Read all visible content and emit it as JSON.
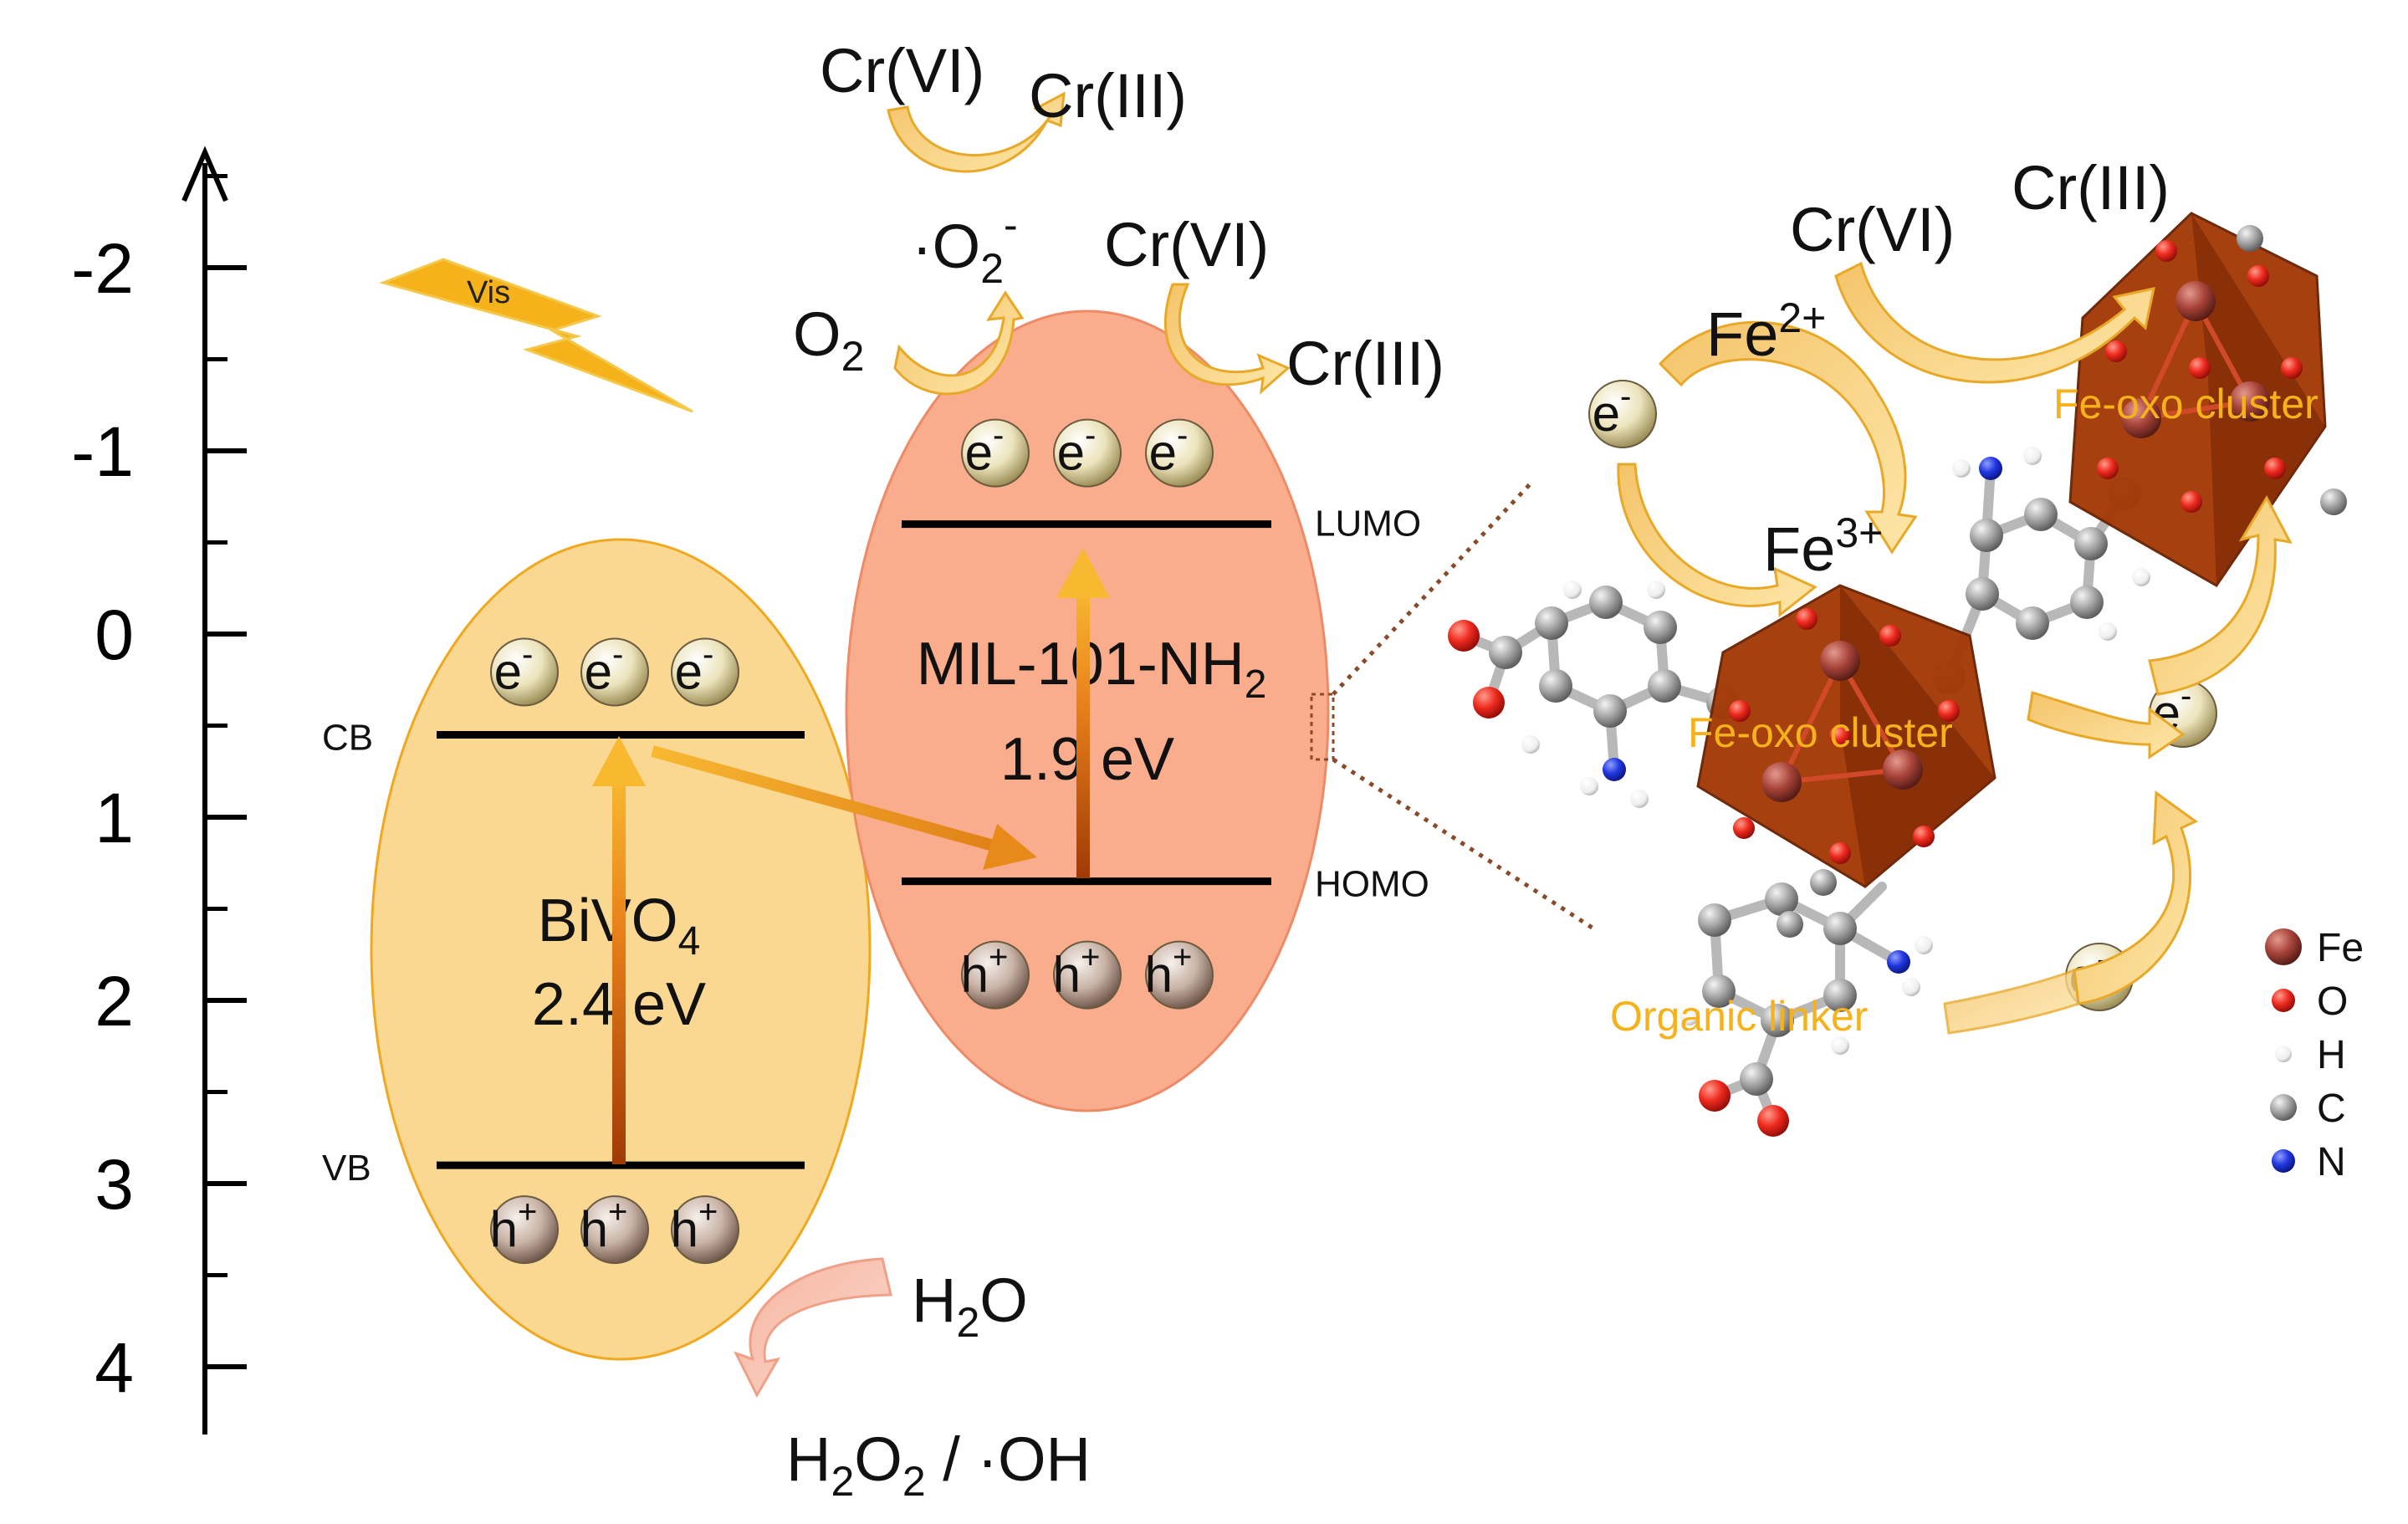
{
  "axis": {
    "ticks": [
      {
        "label": "-2",
        "value": -2
      },
      {
        "label": "-1",
        "value": -1
      },
      {
        "label": "0",
        "value": 0
      },
      {
        "label": "1",
        "value": 1
      },
      {
        "label": "2",
        "value": 2
      },
      {
        "label": "3",
        "value": 3
      },
      {
        "label": "4",
        "value": 4
      }
    ]
  },
  "light": {
    "label": "Vis",
    "color": "#f6b21a"
  },
  "bivo4": {
    "name_main": "BiVO",
    "name_sub": "4",
    "gap": "2.4 eV",
    "cb_label": "CB",
    "vb_label": "VB",
    "cb_level": 0.55,
    "vb_level": 2.9,
    "color": "#fbd68c"
  },
  "mil": {
    "name_main": "MIL-101-NH",
    "name_sub": "2",
    "gap": "1.9 eV",
    "lumo_label": "LUMO",
    "homo_label": "HOMO",
    "lumo_level": -0.6,
    "homo_level": 1.35,
    "color": "#f9ad8d"
  },
  "carriers": {
    "electron": "e",
    "electron_sup": "-",
    "hole": "h",
    "hole_sup": "+"
  },
  "species": {
    "cr6": "Cr(VI)",
    "cr3": "Cr(III)",
    "o2_main": "O",
    "o2_sub": "2",
    "superoxide_dot": "·O",
    "superoxide_sub": "2",
    "superoxide_sup": "-",
    "h2o_h": "H",
    "h2o_sub": "2",
    "h2o_o": "O",
    "h2o2_h": "H",
    "h2o2_sub1": "2",
    "h2o2_o": "O",
    "h2o2_sub2": "2",
    "h2o2_rest": " / ·OH",
    "fe": "Fe",
    "fe2_sup": "2+",
    "fe3_sup": "3+"
  },
  "structure": {
    "cluster_label": "Fe-oxo  cluster",
    "linker_label": "Organic linker",
    "label_color": "#f6b21a",
    "octahedron_color": "#a43a08"
  },
  "legend": [
    {
      "label": "Fe",
      "color": "#9a3a2e"
    },
    {
      "label": "O",
      "color": "#e8201c"
    },
    {
      "label": "H",
      "color": "#f0f0f0"
    },
    {
      "label": "C",
      "color": "#a8a8a8"
    },
    {
      "label": "N",
      "color": "#1c2ed8"
    }
  ]
}
